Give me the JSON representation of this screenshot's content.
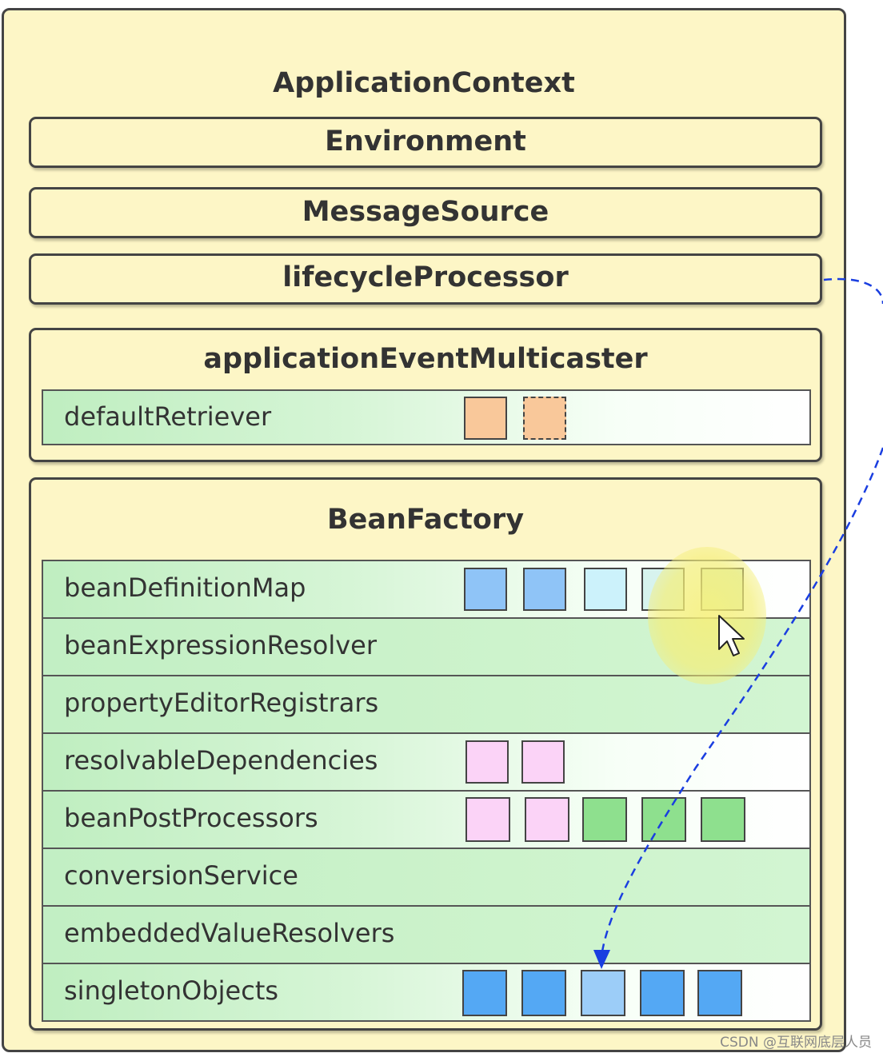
{
  "diagram": {
    "title": "ApplicationContext",
    "components": [
      {
        "label": "Environment"
      },
      {
        "label": "MessageSource"
      },
      {
        "label": "lifecycleProcessor"
      }
    ],
    "event_multicaster": {
      "label": "applicationEventMulticaster",
      "rows": [
        {
          "label": "defaultRetriever",
          "squares": [
            {
              "color": "#f9c89a",
              "dashed": false
            },
            {
              "color": "#f9c89a",
              "dashed": true
            }
          ]
        }
      ]
    },
    "bean_factory": {
      "label": "BeanFactory",
      "rows": [
        {
          "label": "beanDefinitionMap",
          "squares": [
            {
              "color": "#8fc4f7"
            },
            {
              "color": "#8fc4f7"
            },
            {
              "color": "#ccf2fb"
            },
            {
              "color": "#d7f3ee"
            },
            {
              "color": "#d9f0c8"
            }
          ]
        },
        {
          "label": "beanExpressionResolver",
          "squares": []
        },
        {
          "label": "propertyEditorRegistrars",
          "squares": []
        },
        {
          "label": "resolvableDependencies",
          "squares": [
            {
              "color": "#fbd3f7"
            },
            {
              "color": "#fbd3f7"
            }
          ]
        },
        {
          "label": "beanPostProcessors",
          "squares": [
            {
              "color": "#fbd3f7"
            },
            {
              "color": "#fbd3f7"
            },
            {
              "color": "#8ee08e"
            },
            {
              "color": "#8ee08e"
            },
            {
              "color": "#8ee08e"
            }
          ]
        },
        {
          "label": "conversionService",
          "squares": []
        },
        {
          "label": "embeddedValueResolvers",
          "squares": []
        },
        {
          "label": "singletonObjects",
          "squares": [
            {
              "color": "#54a8f4"
            },
            {
              "color": "#54a8f4"
            },
            {
              "color": "#9ccdf8"
            },
            {
              "color": "#54a8f4"
            },
            {
              "color": "#54a8f4"
            }
          ]
        }
      ]
    },
    "arrow_color": "#1a3ee0"
  },
  "watermark": "CSDN @互联网底层人员"
}
